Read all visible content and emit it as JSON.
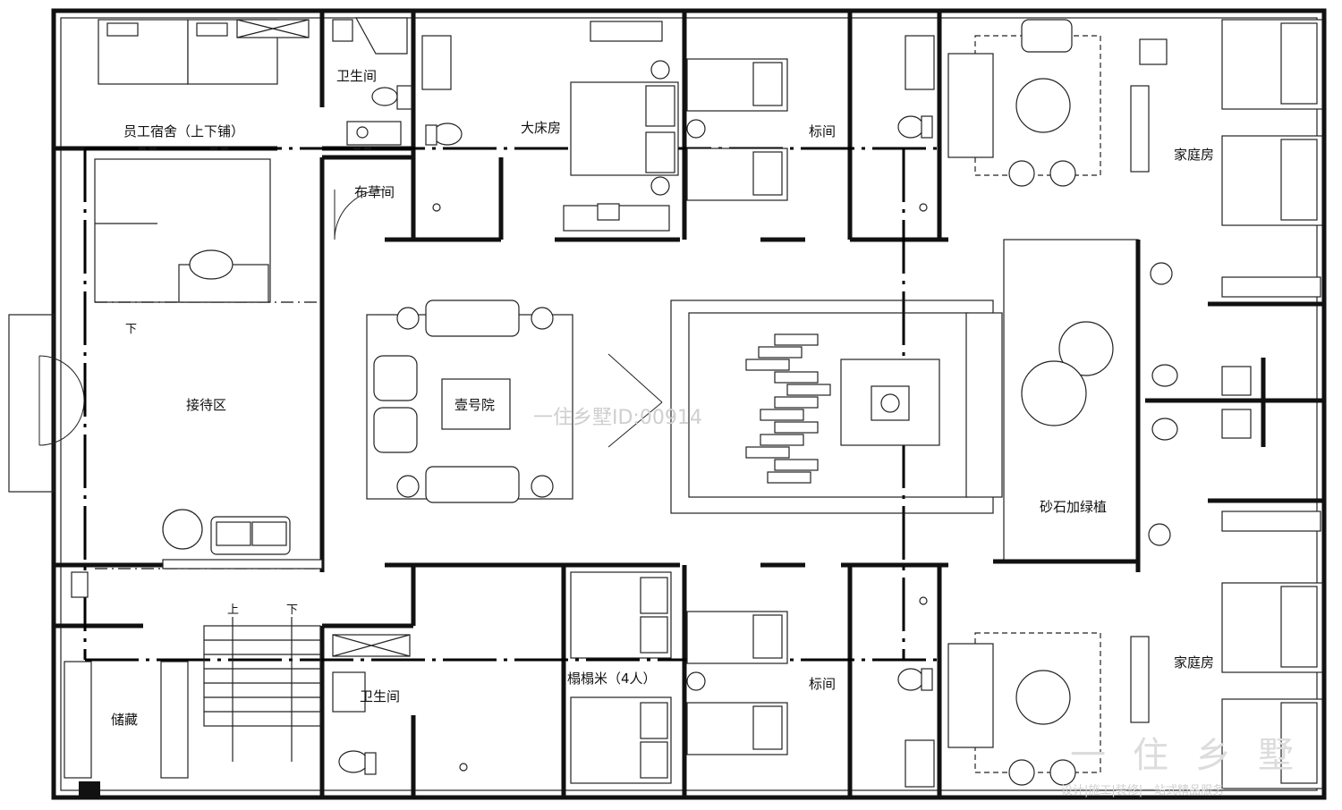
{
  "rooms": {
    "staff_dorm": "员工宿舍（上下铺）",
    "bathroom_top": "卫生间",
    "king_room": "大床房",
    "twin_top": "标间",
    "family_top": "家庭房",
    "linen_room": "布草间",
    "reception": "接待区",
    "courtyard": "壹号院",
    "gravel_green": "砂石加绿植",
    "storage": "储藏",
    "bathroom_bottom": "卫生间",
    "tatami": "榻榻米（4人）",
    "twin_bottom": "标间",
    "family_bottom": "家庭房"
  },
  "stairs": {
    "down_top": "下",
    "up_bottom": "上",
    "down_bottom": "下"
  },
  "watermark": {
    "center": "一住乡墅ID:00914",
    "brand": "一住乡墅",
    "slogan": "设计|施工|装修|一站式精品服务"
  },
  "colors": {
    "line": "#111111",
    "background": "#ffffff",
    "watermark": "#cfcfcf"
  }
}
